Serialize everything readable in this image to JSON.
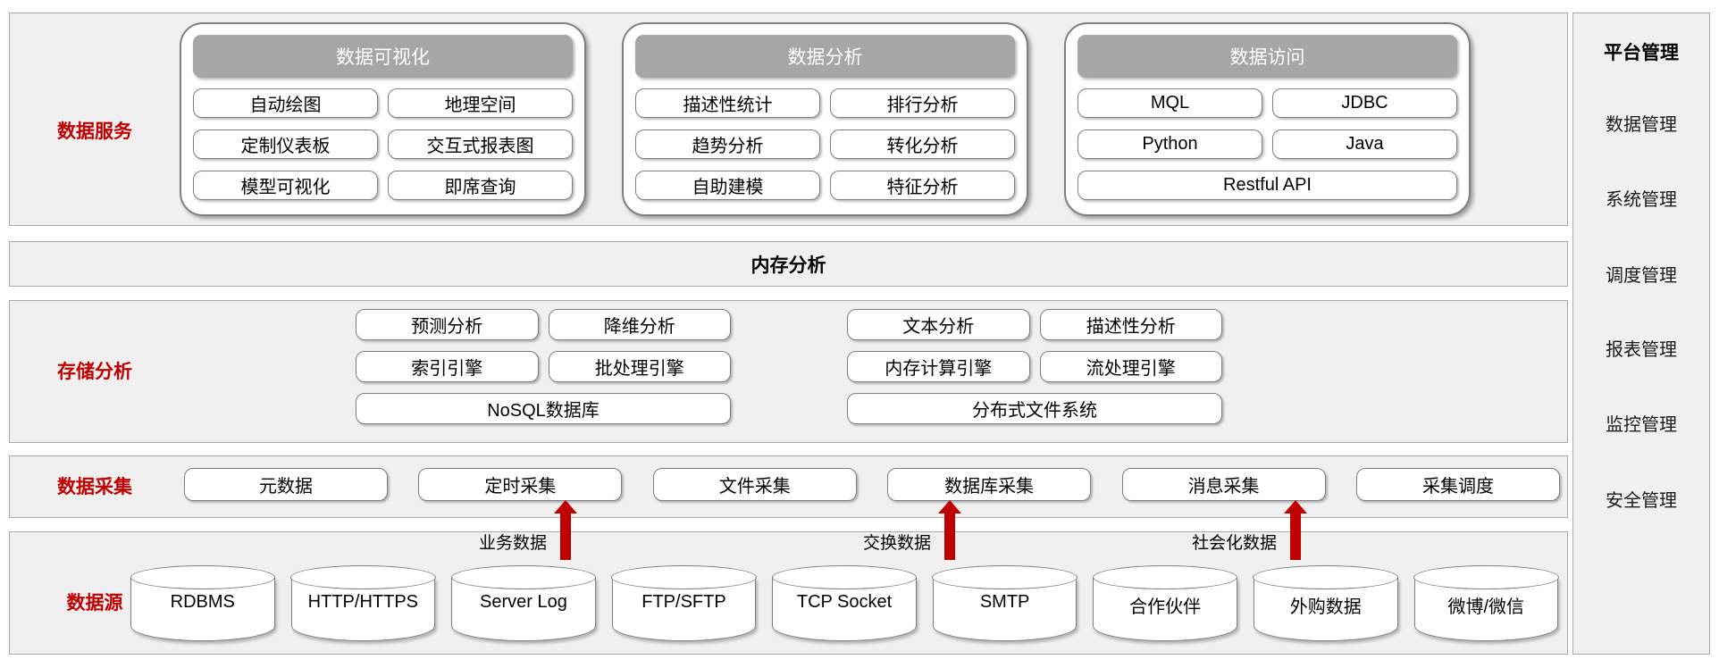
{
  "colors": {
    "accent_red": "#c00000",
    "group_header_gray": "#a6a6a6",
    "panel_background": "#f1f0f0",
    "box_border_gray": "#7f7f7f"
  },
  "services": {
    "label": "数据服务",
    "groups": [
      {
        "title": "数据可视化",
        "items": [
          "自动绘图",
          "地理空间",
          "定制仪表板",
          "交互式报表图",
          "模型可视化",
          "即席查询"
        ]
      },
      {
        "title": "数据分析",
        "items": [
          "描述性统计",
          "排行分析",
          "趋势分析",
          "转化分析",
          "自助建模",
          "特征分析"
        ]
      },
      {
        "title": "数据访问",
        "items": [
          "MQL",
          "JDBC",
          "Python",
          "Java"
        ],
        "wide_item": "Restful API"
      }
    ]
  },
  "memory": {
    "label": "内存分析"
  },
  "storage": {
    "label": "存储分析",
    "left_cluster": {
      "items": [
        "预测分析",
        "降维分析",
        "索引引擎",
        "批处理引擎"
      ],
      "wide_item": "NoSQL数据库"
    },
    "right_cluster": {
      "items": [
        "文本分析",
        "描述性分析",
        "内存计算引擎",
        "流处理引擎"
      ],
      "wide_item": "分布式文件系统"
    }
  },
  "collection": {
    "label": "数据采集",
    "items": [
      "元数据",
      "定时采集",
      "文件采集",
      "数据库采集",
      "消息采集",
      "采集调度"
    ]
  },
  "sources": {
    "label": "数据源",
    "flow_labels": [
      "业务数据",
      "交换数据",
      "社会化数据"
    ],
    "databases": [
      "RDBMS",
      "HTTP/HTTPS",
      "Server Log",
      "FTP/SFTP",
      "TCP Socket",
      "SMTP",
      "合作伙伴",
      "外购数据",
      "微博/微信"
    ]
  },
  "platform": {
    "title": "平台管理",
    "items": [
      "数据管理",
      "系统管理",
      "调度管理",
      "报表管理",
      "监控管理",
      "安全管理"
    ]
  }
}
